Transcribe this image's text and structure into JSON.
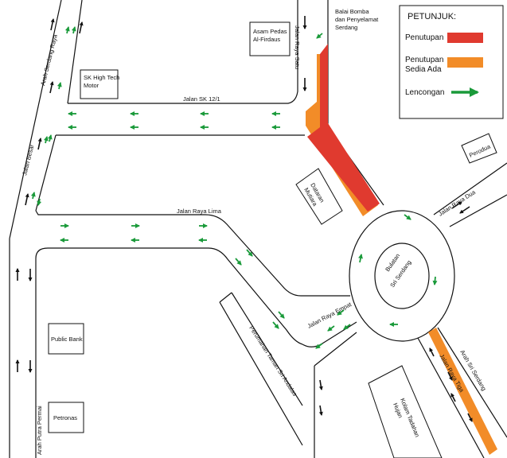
{
  "legend": {
    "title": "PETUNJUK:",
    "closure_label": "Penutupan",
    "existing_closure_label": "Penutupan Sedia Ada",
    "detour_label": "Lencongan",
    "closure_color": "#e03a2f",
    "existing_closure_color": "#f28c28",
    "detour_color": "#1a9a3a"
  },
  "roads": {
    "arah_serdang_raya": "Arah Serdang Raya",
    "jalan_besar": "Jalan Besar",
    "jalan_sk": "Jalan SK 12/1",
    "jalan_raya_satu": "Jalan Raya Satu",
    "jalan_raya_lima": "Jalan Raya Lima",
    "jalan_raya_dua": "Jalan Raya Dua",
    "jalan_raya_empat": "Jalan Raya Empat",
    "jalan_raya_tiga": "Jalan Raya Tiga",
    "arah_sri_serdang": "Arah Sri Serdang",
    "perumahan": "Perumahan Taman Sri Andalas",
    "arah_putra_permai": "Arah Putra Permai"
  },
  "places": {
    "asam_pedas": [
      "Asam Pedas",
      "Al-Firdaus"
    ],
    "balai_bomba": [
      "Balai Bomba",
      "dan Penyelamat",
      "Serdang"
    ],
    "sk_high_tech": [
      "SK High Tech",
      "Motor"
    ],
    "dataran_mutiara": [
      "Dataran",
      "Mutiara"
    ],
    "perodua": "Perodua",
    "bulatan": [
      "Bulatan",
      "Sri Serdang"
    ],
    "public_bank": "Public Bank",
    "petronas": "Petronas",
    "kolam": [
      "Kolam Tadahan",
      "Hujan"
    ]
  }
}
